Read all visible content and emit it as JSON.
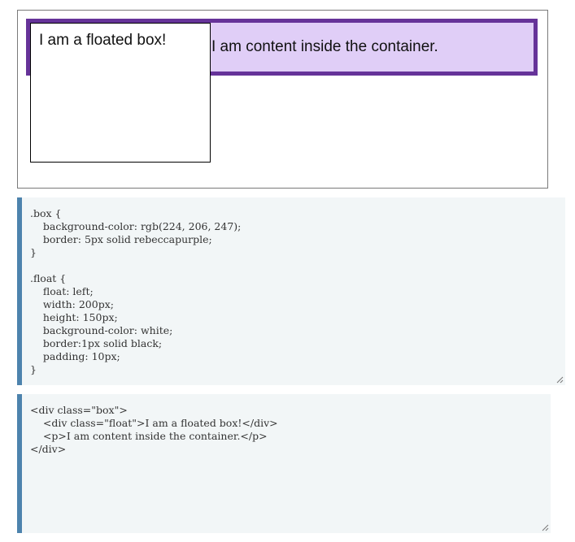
{
  "demo": {
    "float_text": "I am a floated box!",
    "paragraph_text": "I am content inside the container."
  },
  "css_editor": {
    "lines": [
      ".box {",
      "    background-color: rgb(224, 206, 247);",
      "    border: 5px solid rebeccapurple;",
      "}",
      "",
      ".float {",
      "    float: left;",
      "    width: 200px;",
      "    height: 150px;",
      "    background-color: white;",
      "    border:1px solid black;",
      "    padding: 10px;",
      "}"
    ]
  },
  "html_editor": {
    "lines": [
      "<div class=\"box\">",
      "    <div class=\"float\">I am a floated box!</div>",
      "    <p>I am content inside the container.</p>",
      "</div>"
    ]
  },
  "colors": {
    "box_background": "rgb(224, 206, 247)",
    "box_border": "rebeccapurple",
    "editor_background": "#f2f6f7",
    "editor_accent": "#4d83ad"
  },
  "icons": {
    "resize": "resize-handle-icon"
  }
}
